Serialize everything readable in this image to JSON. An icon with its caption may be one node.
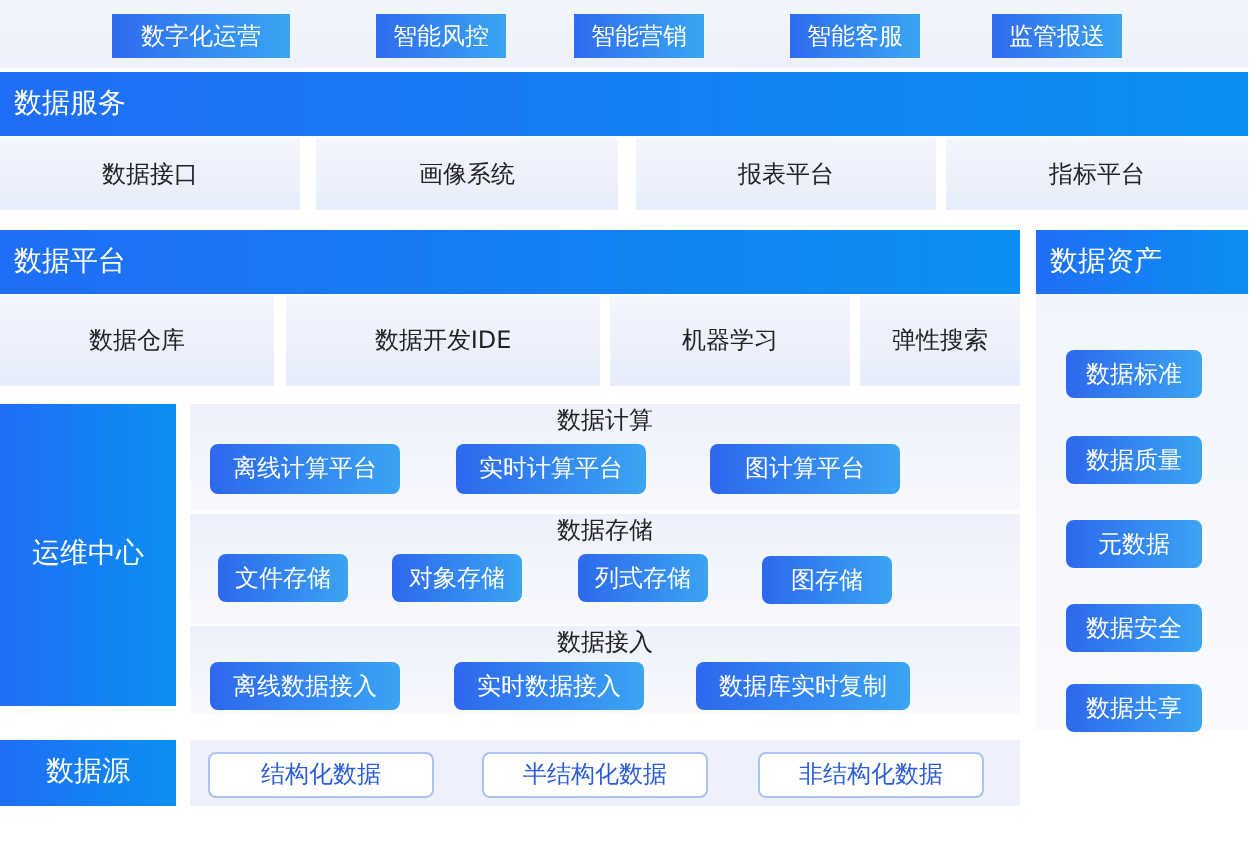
{
  "diagram": {
    "nodes": [
      {
        "text": [
          "数字化运营"
        ]
      },
      {
        "text": [
          "智能风控"
        ]
      },
      {
        "text": [
          "智能营销"
        ]
      },
      {
        "text": [
          "智能客服"
        ]
      },
      {
        "text": [
          "监管报送"
        ]
      },
      {
        "text": [
          "数据服务"
        ]
      },
      {
        "text": [
          "数据接口"
        ]
      },
      {
        "text": [
          "画像系统"
        ]
      },
      {
        "text": [
          "报表平台"
        ]
      },
      {
        "text": [
          "指标平台"
        ]
      },
      {
        "text": [
          "数据平台"
        ]
      },
      {
        "text": [
          "数据资产"
        ]
      },
      {
        "text": [
          "数据仓库"
        ]
      },
      {
        "text": [
          "数据开发IDE"
        ]
      },
      {
        "text": [
          "机器学习"
        ]
      },
      {
        "text": [
          "弹性搜索"
        ]
      },
      {
        "text": [
          "运维中心"
        ]
      },
      {
        "text": [
          "数据计算"
        ]
      },
      {
        "text": [
          "离线计算平台"
        ],
        "in": 17
      },
      {
        "text": [
          "实时计算平台"
        ],
        "in": 17
      },
      {
        "text": [
          "图计算平台"
        ],
        "in": 17
      },
      {
        "text": [
          "数据存储"
        ]
      },
      {
        "text": [
          "文件存储"
        ],
        "in": 21
      },
      {
        "text": [
          "对象存储"
        ],
        "in": 21
      },
      {
        "text": [
          "列式存储"
        ],
        "in": 21
      },
      {
        "text": [
          "图存储"
        ],
        "in": 21
      },
      {
        "text": [
          "数据接入"
        ]
      },
      {
        "text": [
          "离线数据接入"
        ],
        "in": 26
      },
      {
        "text": [
          "实时数据接入"
        ],
        "in": 26
      },
      {
        "text": [
          "数据库实时复制"
        ],
        "in": 26
      },
      {
        "text": [
          "数据标准"
        ],
        "in": 11
      },
      {
        "text": [
          "数据质量"
        ],
        "in": 11
      },
      {
        "text": [
          "元数据"
        ],
        "in": 11
      },
      {
        "text": [
          "数据安全"
        ],
        "in": 11
      },
      {
        "text": [
          "数据共享"
        ],
        "in": 11
      },
      {
        "text": [
          "数据源"
        ]
      },
      {
        "text": [
          "结构化数据"
        ]
      },
      {
        "text": [
          "半结构化数据"
        ]
      },
      {
        "text": [
          "非结构化数据"
        ]
      }
    ]
  }
}
